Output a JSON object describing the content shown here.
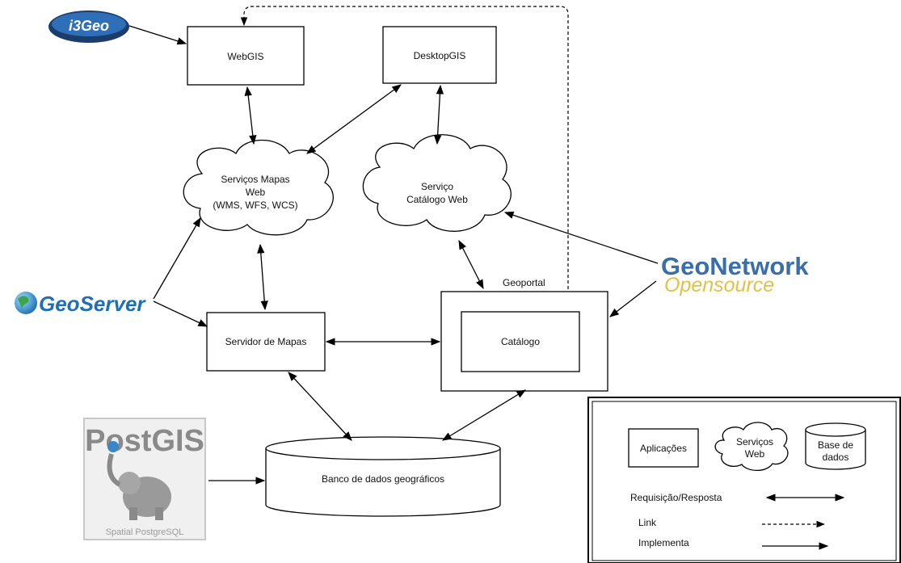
{
  "nodes": {
    "webgis": "WebGIS",
    "desktopgis": "DesktopGIS",
    "servicos_mapas": [
      "Serviços Mapas",
      "Web",
      "(WMS, WFS, WCS)"
    ],
    "servico_catalogo": [
      "Serviço",
      "Catálogo Web"
    ],
    "servidor_mapas": "Servidor de Mapas",
    "geoportal": "Geoportal",
    "catalogo": "Catálogo",
    "banco": "Banco de dados geográficos"
  },
  "logos": {
    "i3geo": "i3Geo",
    "geoserver": "GeoServer",
    "geonetwork_top": "GeoNetwork",
    "geonetwork_bottom": "Opensource",
    "postgis": "PostGIS",
    "postgis_caption": "Spatial PostgreSQL"
  },
  "legend": {
    "aplicacoes": "Aplicações",
    "servicos_web": [
      "Serviços",
      "Web"
    ],
    "base_dados": [
      "Base de",
      "dados"
    ],
    "requisicao": "Requisição/Resposta",
    "link": "Link",
    "implementa": "Implementa"
  },
  "colors": {
    "geoserver_blue": "#1f6fb5",
    "geonetwork_blue": "#3a6ea8",
    "geonetwork_yellow": "#e8c84a",
    "postgis_gray": "#8a8a8a"
  }
}
